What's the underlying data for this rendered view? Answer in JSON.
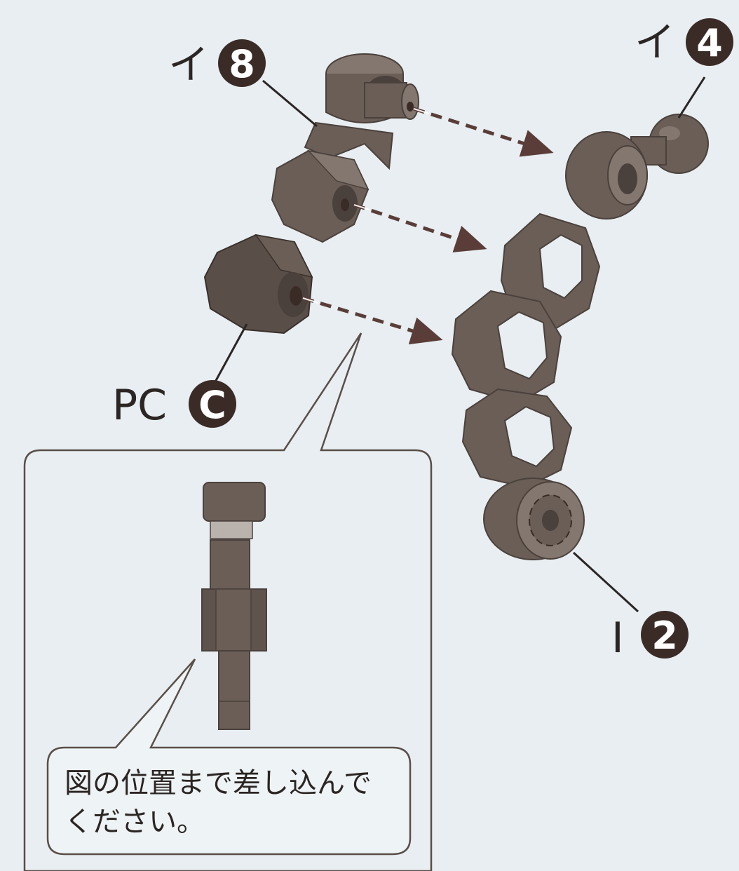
{
  "labels": {
    "part_i8": {
      "prefix": "イ",
      "number": "8"
    },
    "part_i4": {
      "prefix": "イ",
      "number": "4"
    },
    "part_pcc": {
      "prefix": "PC",
      "number": "C"
    },
    "part_l2": {
      "prefix": "I",
      "number": "2"
    }
  },
  "note": {
    "line1": "図の位置まで差し込んで",
    "line2": "ください。"
  },
  "colors": {
    "background": "#e8eef1",
    "part": "#6a5e57",
    "part_dark": "#4b413c",
    "part_light": "#83776f",
    "badge": "#3a2b27",
    "arrow": "#5a3d38"
  }
}
